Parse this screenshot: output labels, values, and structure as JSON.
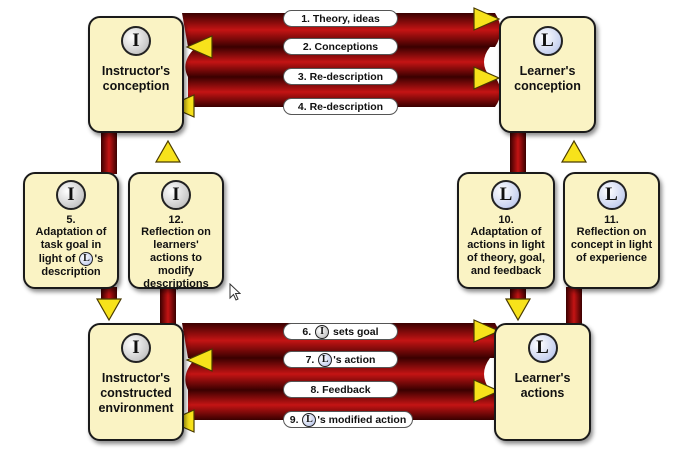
{
  "colors": {
    "box_fill": "#faf3c4",
    "arrow_red": "#b30d0d",
    "arrow_dark": "#3a0000",
    "arrowhead": "#f7e21b",
    "badge_i": "#c9c9c9",
    "badge_l": "#c8d2f0"
  },
  "nodes": {
    "instructor_conception": {
      "badge": "I",
      "label": "Instructor's conception"
    },
    "learner_conception": {
      "badge": "L",
      "label": "Learner's conception"
    },
    "instructor_environment": {
      "badge": "I",
      "label": "Instructor's constructed environment"
    },
    "learner_actions": {
      "badge": "L",
      "label": "Learner's actions"
    },
    "step5": {
      "badge": "I",
      "number": "5.",
      "label_a": "Adaptation of task goal in light of",
      "label_badge": "L",
      "label_b": "'s description"
    },
    "step12": {
      "badge": "I",
      "number": "12.",
      "label": "Reflection on learners' actions to modify descriptions"
    },
    "step10": {
      "badge": "L",
      "number": "10.",
      "label": "Adaptation of actions in light of theory, goal, and feedback"
    },
    "step11": {
      "badge": "L",
      "number": "11.",
      "label": "Reflection on concept in light of experience"
    }
  },
  "flows": [
    {
      "text": "1. Theory, ideas"
    },
    {
      "text": "2. Conceptions"
    },
    {
      "text": "3. Re-description"
    },
    {
      "text": "4. Re-description"
    },
    {
      "prefix": "6.",
      "badge": "I",
      "suffix": "sets goal"
    },
    {
      "prefix": "7.",
      "badge": "L",
      "suffix": "'s action"
    },
    {
      "text": "8. Feedback"
    },
    {
      "prefix": "9.",
      "badge": "L",
      "suffix": "'s modified action"
    }
  ]
}
